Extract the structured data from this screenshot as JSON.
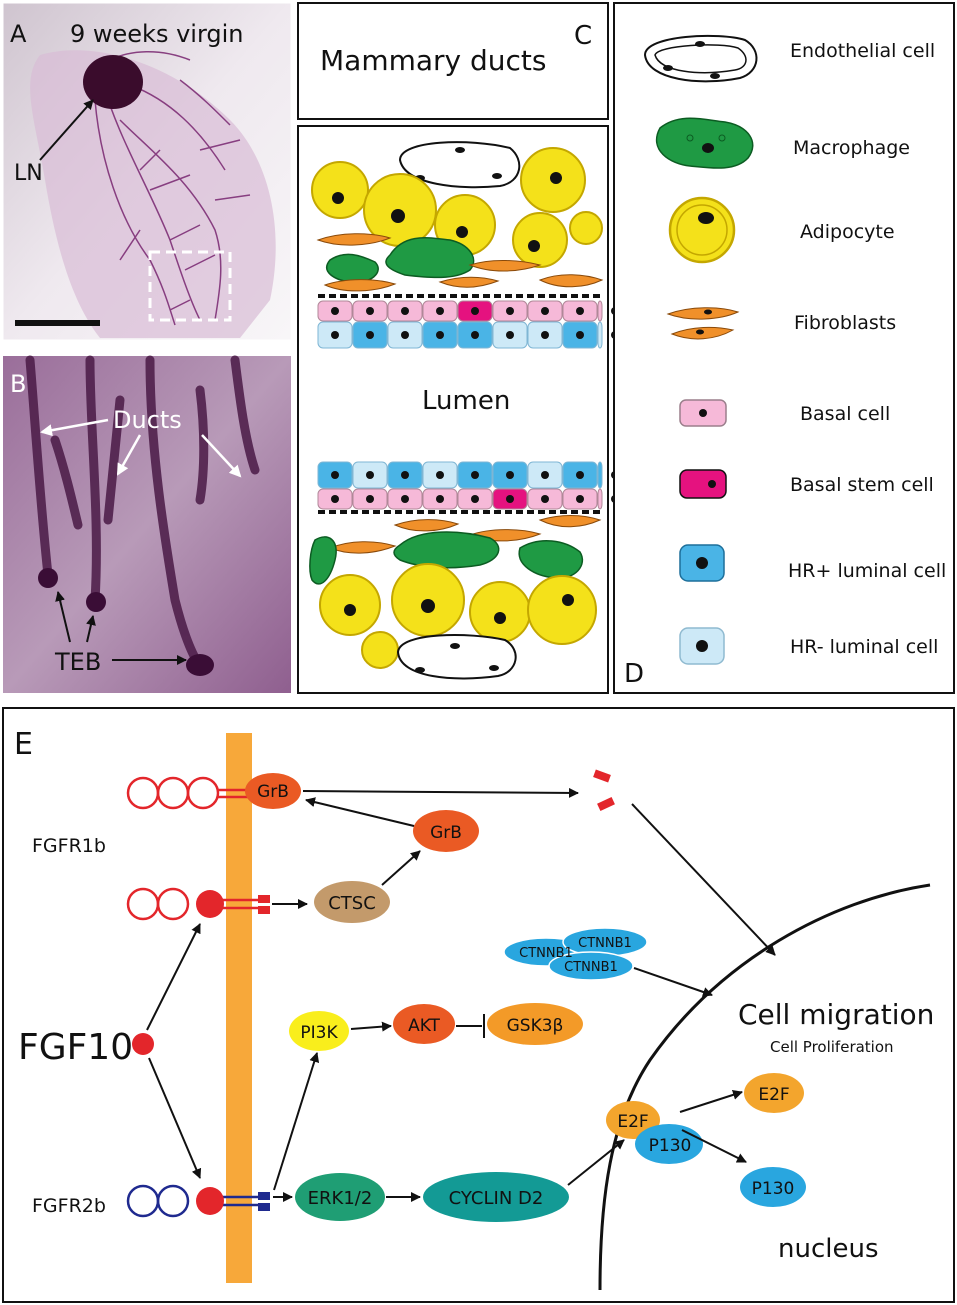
{
  "panel_a": {
    "letter": "A",
    "title": "9 weeks virgin",
    "ln_label": "LN"
  },
  "panel_b": {
    "letter": "B",
    "ducts_label": "Ducts",
    "teb_label": "TEB"
  },
  "panel_c": {
    "letter": "C",
    "title": "Mammary ducts",
    "lumen_label": "Lumen"
  },
  "panel_d": {
    "letter": "D",
    "legend": [
      {
        "label": "Endothelial cell",
        "icon": "endothelial-cell-icon"
      },
      {
        "label": "Macrophage",
        "icon": "macrophage-icon"
      },
      {
        "label": "Adipocyte",
        "icon": "adipocyte-icon"
      },
      {
        "label": "Fibroblasts",
        "icon": "fibroblast-icon"
      },
      {
        "label": "Basal cell",
        "icon": "basal-cell-icon"
      },
      {
        "label": "Basal stem cell",
        "icon": "basal-stem-cell-icon"
      },
      {
        "label": "HR+ luminal cell",
        "icon": "hr-positive-luminal-icon"
      },
      {
        "label": "HR- luminal cell",
        "icon": "hr-negative-luminal-icon"
      }
    ]
  },
  "panel_e": {
    "letter": "E",
    "fgfr1b": "FGFR1b",
    "fgfr2b": "FGFR2b",
    "fgf10": "FGF10",
    "grb_bound": "GrB",
    "grb_free": "GrB",
    "ctsc": "CTSC",
    "ctnnb1": [
      "CTNNB1",
      "CTNNB1",
      "CTNNB1"
    ],
    "pi3k": "PI3K",
    "akt": "AKT",
    "gsk3b": "GSK3β",
    "erk": "ERK1/2",
    "cyclin": "CYCLIN D2",
    "e2f_complex": "E2F",
    "p130_complex": "P130",
    "e2f_free": "E2F",
    "p130_free": "P130",
    "cell_migration": "Cell migration",
    "cell_proliferation": "Cell Proliferation",
    "nucleus": "nucleus"
  },
  "colors": {
    "purple_stain": "#8a4b86",
    "adipocyte": "#f4e11a",
    "macrophage": "#1f9a44",
    "fibroblast": "#f0902a",
    "basal": "#f6b9d8",
    "basal_stem": "#e5127f",
    "hr_pos": "#4ab4e6",
    "hr_neg": "#cde9f7",
    "membrane": "#f7a83a",
    "receptor1": "#e3262b",
    "receptor2": "#1f2a8f"
  }
}
